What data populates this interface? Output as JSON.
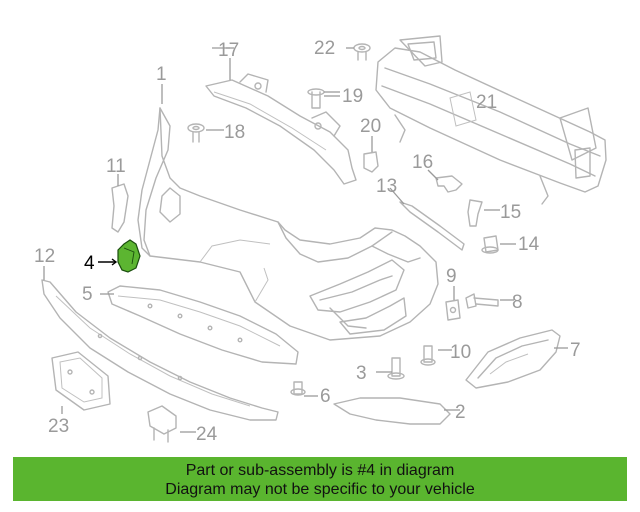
{
  "banner": {
    "line1": "Part or sub-assembly is #4 in diagram",
    "line2": "Diagram may not be specific to your vehicle",
    "color": "#5ab52f"
  },
  "highlight_color": "#5cb531",
  "callouts": {
    "c1": "1",
    "c2": "2",
    "c3": "3",
    "c4": "4",
    "c5": "5",
    "c6": "6",
    "c7": "7",
    "c8": "8",
    "c9": "9",
    "c10": "10",
    "c11": "11",
    "c12": "12",
    "c13": "13",
    "c14": "14",
    "c15": "15",
    "c16": "16",
    "c17": "17",
    "c18": "18",
    "c19": "19",
    "c20": "20",
    "c21": "21",
    "c22": "22",
    "c23": "23",
    "c24": "24"
  },
  "highlighted_part": "4"
}
